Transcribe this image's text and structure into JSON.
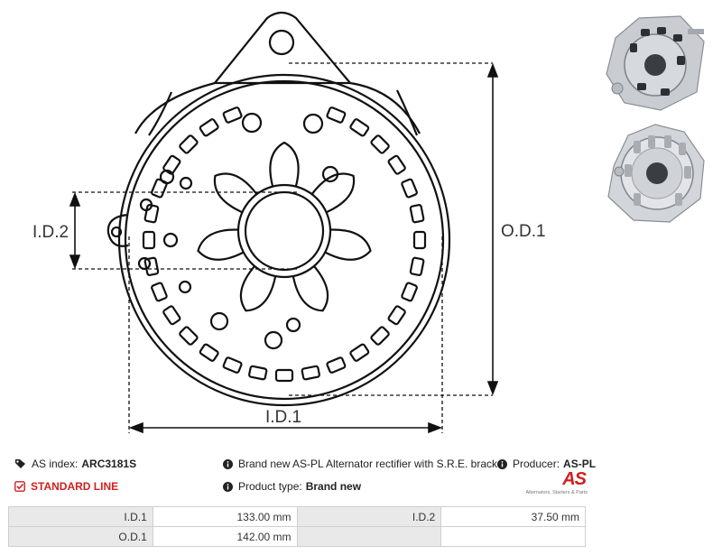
{
  "drawing": {
    "labels": {
      "id1": "I.D.1",
      "id2": "I.D.2",
      "od1": "O.D.1"
    }
  },
  "info": {
    "as_index_label": "AS index:",
    "as_index_value": "ARC3181S",
    "standard_line": "STANDARD LINE",
    "description": "Brand new AS-PL Alternator rectifier with S.R.E. bracket",
    "product_type_label": "Product type:",
    "product_type_value": "Brand new",
    "producer_label": "Producer:",
    "producer_value": "AS-PL",
    "logo_text": "AS",
    "logo_tagline": "Alternators, Starters & Parts"
  },
  "specs": {
    "row1": {
      "label1": "I.D.1",
      "value1": "133.00 mm",
      "label2": "I.D.2",
      "value2": "37.50 mm"
    },
    "row2": {
      "label1": "O.D.1",
      "value1": "142.00 mm",
      "label2": "",
      "value2": ""
    }
  },
  "colors": {
    "accent": "#d0201e",
    "table_label_bg": "#e9e9e9",
    "line": "#111111"
  },
  "icons": [
    "tag-icon",
    "check-square-icon",
    "info-circle-icon"
  ]
}
